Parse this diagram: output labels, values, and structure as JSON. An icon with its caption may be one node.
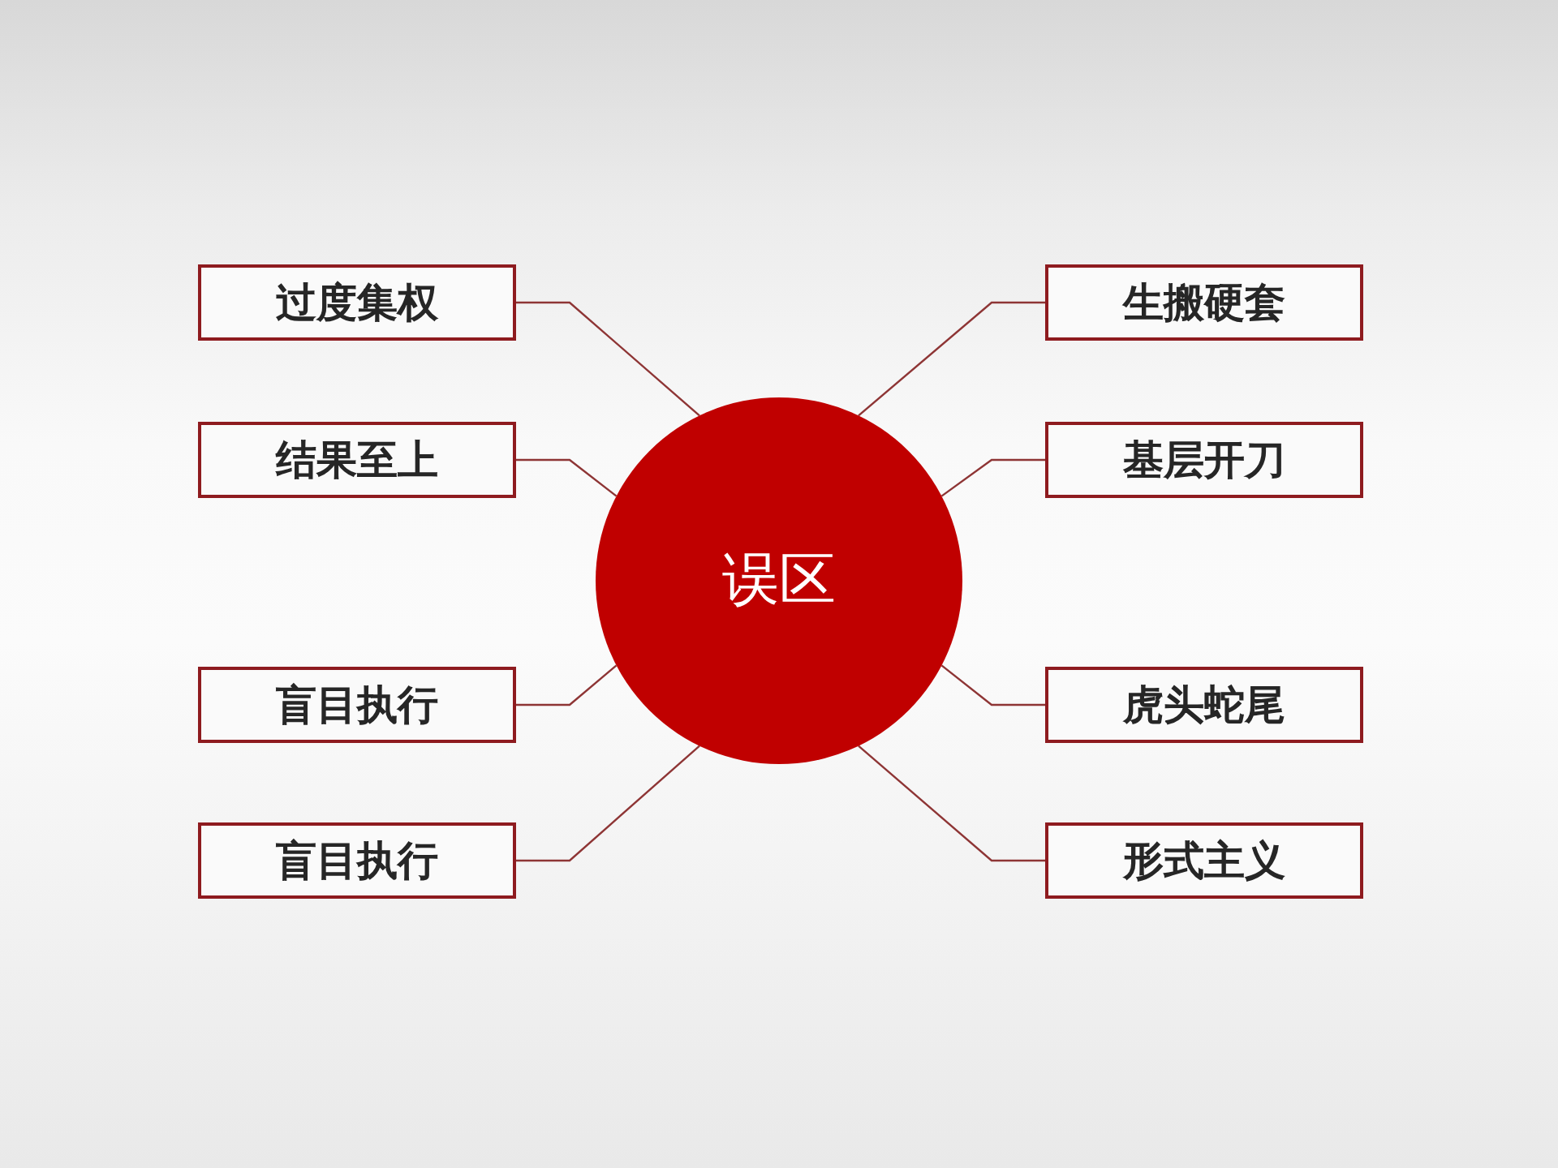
{
  "diagram": {
    "nodes": [
      {
        "text": [
          "误区"
        ]
      },
      {
        "text": [
          "过度集权"
        ]
      },
      {
        "text": [
          "生搬硬套"
        ]
      },
      {
        "text": [
          "结果至上"
        ]
      },
      {
        "text": [
          "基层开刀"
        ]
      },
      {
        "text": [
          "盲目执行"
        ]
      },
      {
        "text": [
          "虎头蛇尾"
        ]
      },
      {
        "text": [
          "盲目执行"
        ]
      },
      {
        "text": [
          "形式主义"
        ]
      }
    ],
    "edges": [
      {
        "from": 0,
        "to": 1,
        "arrow": "none"
      },
      {
        "from": 0,
        "to": 2,
        "arrow": "none"
      },
      {
        "from": 0,
        "to": 3,
        "arrow": "none"
      },
      {
        "from": 0,
        "to": 4,
        "arrow": "none"
      },
      {
        "from": 0,
        "to": 5,
        "arrow": "none"
      },
      {
        "from": 0,
        "to": 6,
        "arrow": "none"
      },
      {
        "from": 0,
        "to": 7,
        "arrow": "none"
      },
      {
        "from": 0,
        "to": 8,
        "arrow": "none"
      }
    ]
  }
}
